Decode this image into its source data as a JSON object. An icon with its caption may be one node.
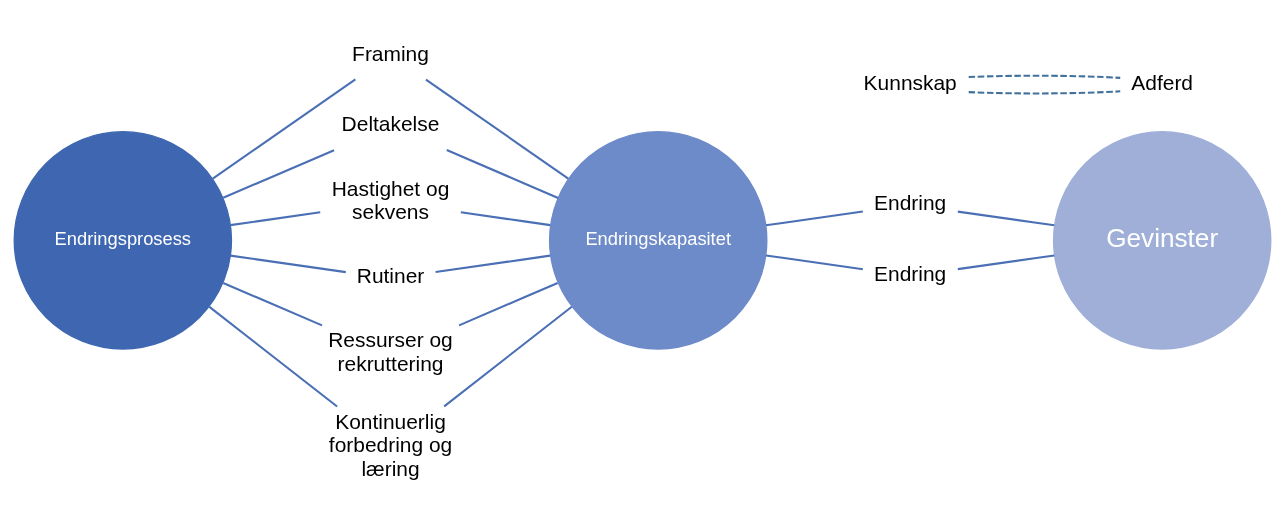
{
  "diagram": {
    "nodes": [
      {
        "text": [
          "Endringsprosess"
        ]
      },
      {
        "text": [
          "Framing"
        ]
      },
      {
        "text": [
          "Deltakelse"
        ]
      },
      {
        "text": [
          "Hastighet og sekvens"
        ]
      },
      {
        "text": [
          "Rutiner"
        ]
      },
      {
        "text": [
          "Ressurser og rekruttering"
        ]
      },
      {
        "text": [
          "Kontinuerlig forbedring og læring"
        ]
      },
      {
        "text": [
          "Endringskapasitet"
        ]
      },
      {
        "text": [
          "Endring"
        ]
      },
      {
        "text": [
          "Kunnskap"
        ]
      },
      {
        "text": [
          "Adferd"
        ]
      },
      {
        "text": [
          "Endring"
        ]
      },
      {
        "text": [
          "Gevinster"
        ]
      }
    ],
    "edges": [
      {
        "from": 0,
        "to": 1,
        "arrow": "none"
      },
      {
        "from": 0,
        "to": 2,
        "arrow": "none"
      },
      {
        "from": 0,
        "to": 3,
        "arrow": "none"
      },
      {
        "from": 0,
        "to": 4,
        "arrow": "none"
      },
      {
        "from": 0,
        "to": 5,
        "arrow": "none"
      },
      {
        "from": 0,
        "to": 6,
        "arrow": "none"
      },
      {
        "from": 1,
        "to": 7,
        "arrow": "none"
      },
      {
        "from": 2,
        "to": 7,
        "arrow": "none"
      },
      {
        "from": 3,
        "to": 7,
        "arrow": "none"
      },
      {
        "from": 4,
        "to": 7,
        "arrow": "none"
      },
      {
        "from": 5,
        "to": 7,
        "arrow": "none"
      },
      {
        "from": 6,
        "to": 7,
        "arrow": "none"
      },
      {
        "from": 7,
        "to": 8,
        "arrow": "none"
      },
      {
        "from": 7,
        "to": 11,
        "arrow": "none"
      },
      {
        "from": 9,
        "to": 10,
        "arrow": "none",
        "style": "dashed",
        "color": "#41719c"
      },
      {
        "from": 9,
        "to": 10,
        "arrow": "none",
        "style": "dashed",
        "color": "#41719c"
      },
      {
        "from": 8,
        "to": 12,
        "arrow": "none"
      },
      {
        "from": 11,
        "to": 12,
        "arrow": "none"
      }
    ]
  }
}
